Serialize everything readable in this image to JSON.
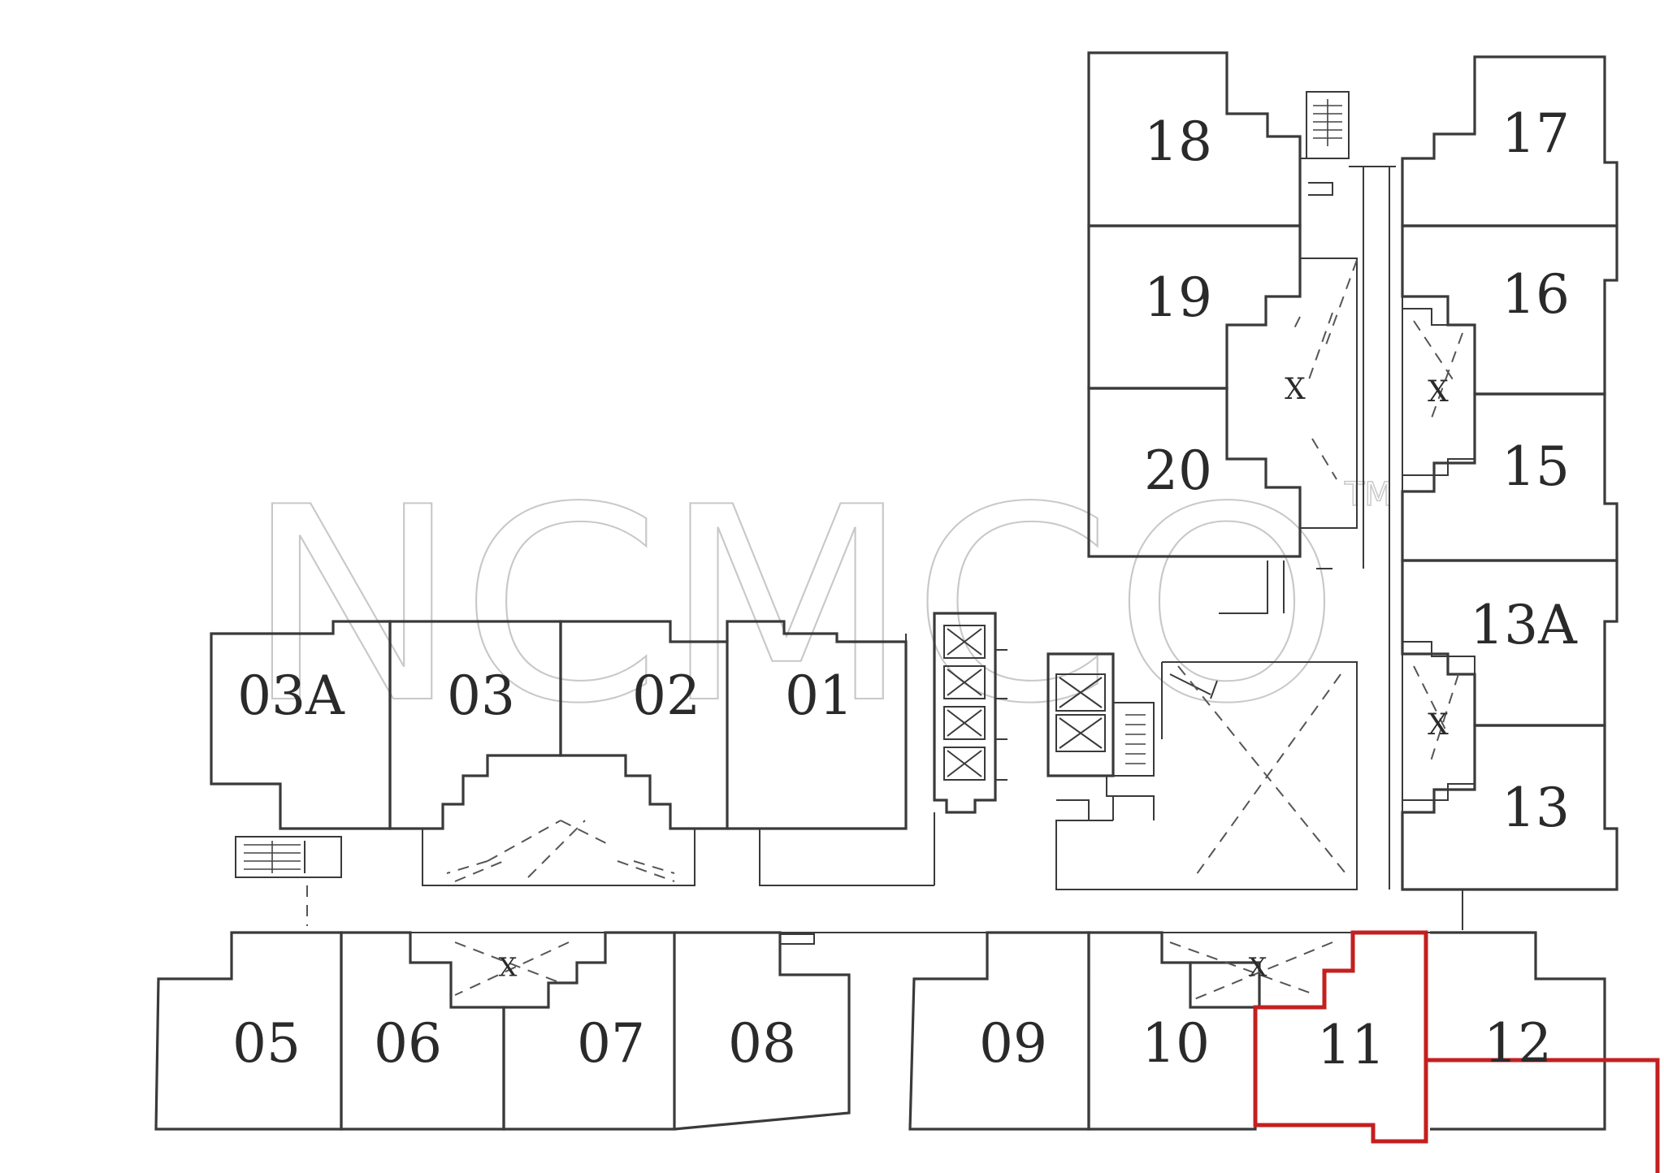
{
  "watermark": {
    "text": "NCMCO",
    "tm": "TM"
  },
  "highlight_color": "#c41f1f",
  "units": [
    {
      "id": "18",
      "label": "18"
    },
    {
      "id": "17",
      "label": "17"
    },
    {
      "id": "19",
      "label": "19"
    },
    {
      "id": "16",
      "label": "16"
    },
    {
      "id": "20",
      "label": "20"
    },
    {
      "id": "15",
      "label": "15"
    },
    {
      "id": "13A",
      "label": "13A"
    },
    {
      "id": "13",
      "label": "13"
    },
    {
      "id": "03A",
      "label": "03A"
    },
    {
      "id": "03",
      "label": "03"
    },
    {
      "id": "02",
      "label": "02"
    },
    {
      "id": "01",
      "label": "01"
    },
    {
      "id": "05",
      "label": "05"
    },
    {
      "id": "06",
      "label": "06"
    },
    {
      "id": "07",
      "label": "07"
    },
    {
      "id": "08",
      "label": "08"
    },
    {
      "id": "09",
      "label": "09"
    },
    {
      "id": "10",
      "label": "10"
    },
    {
      "id": "11",
      "label": "11",
      "highlighted": true
    },
    {
      "id": "12",
      "label": "12"
    }
  ]
}
